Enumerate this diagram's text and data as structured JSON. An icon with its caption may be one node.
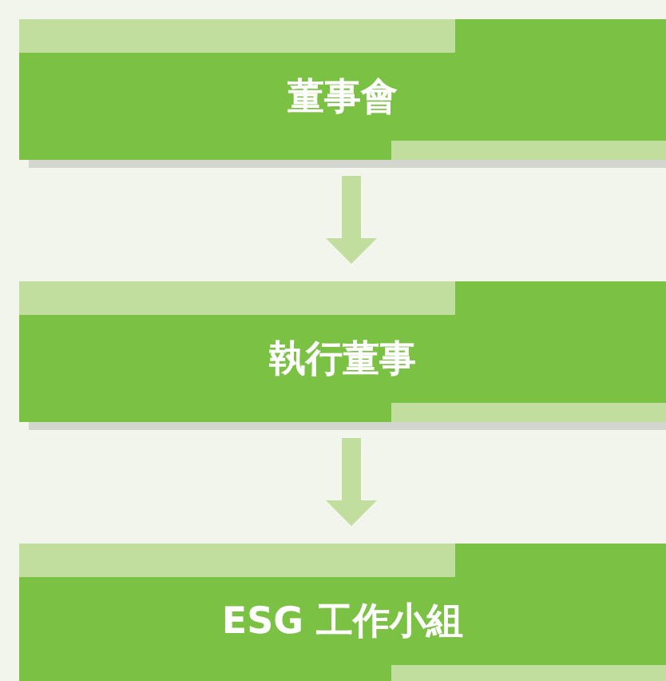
{
  "diagram": {
    "nodes": [
      {
        "text": [
          "董事會"
        ]
      },
      {
        "text": [
          "執行董事"
        ]
      },
      {
        "text": [
          "ESG 工作小組"
        ]
      }
    ],
    "edges": [
      {
        "from": 0,
        "to": 1,
        "arrow": "to"
      },
      {
        "from": 1,
        "to": 2,
        "arrow": "to"
      }
    ]
  }
}
